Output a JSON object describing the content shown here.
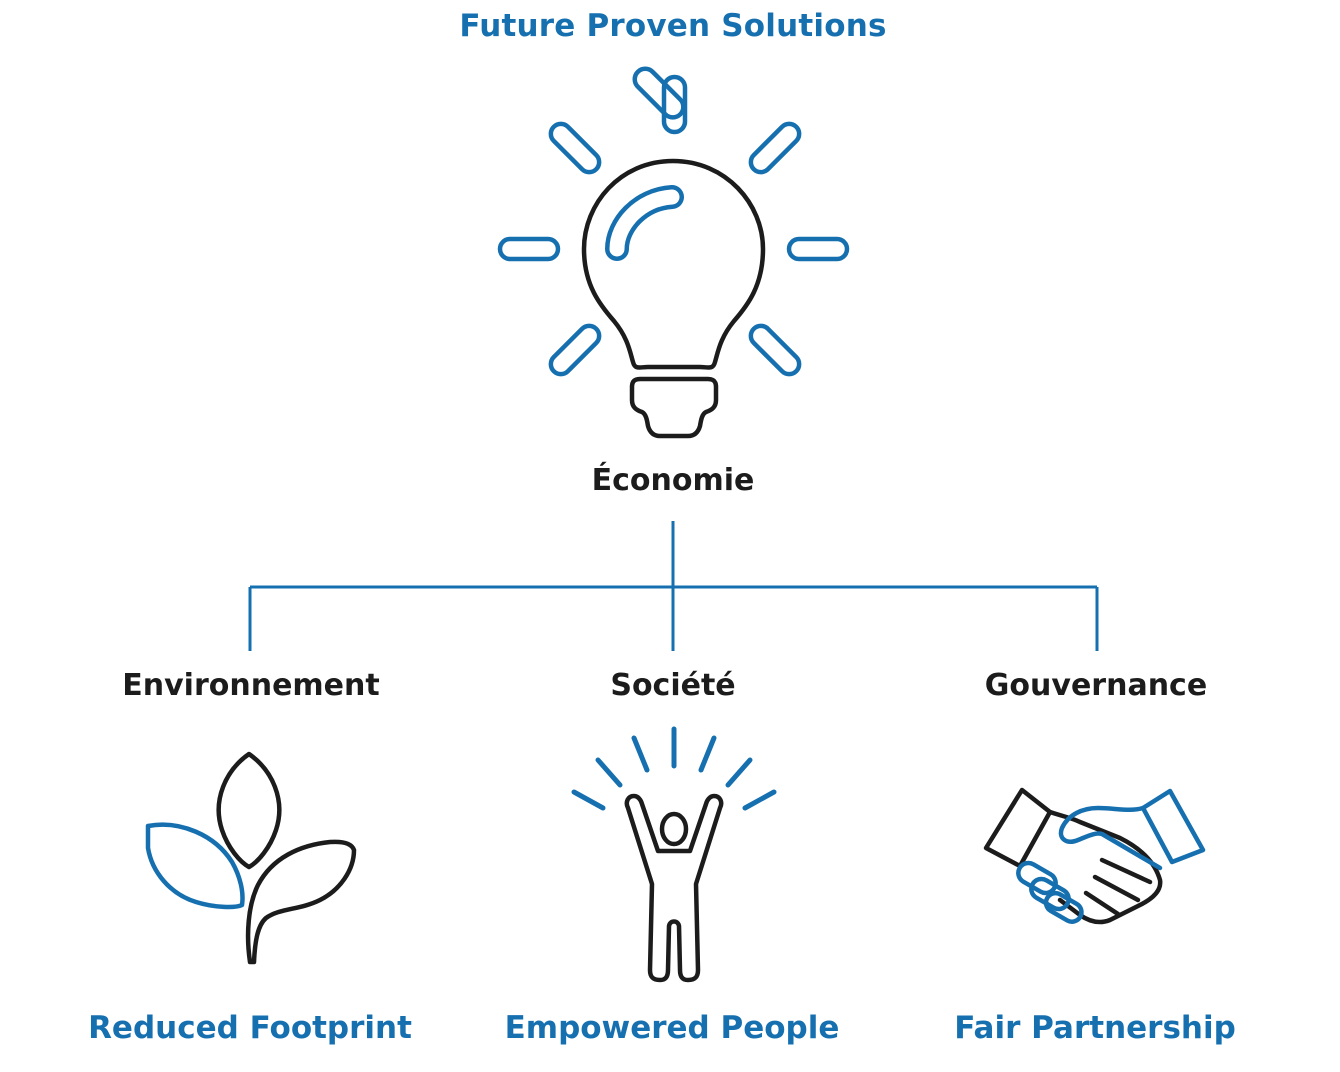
{
  "title": "Future Proven Solutions",
  "root": {
    "label": "Économie",
    "icon": "lightbulb-icon"
  },
  "branches": [
    {
      "label": "Environnement",
      "icon": "plant-leaves-icon",
      "outcome": "Reduced Footprint"
    },
    {
      "label": "Société",
      "icon": "person-cheering-icon",
      "outcome": "Empowered People"
    },
    {
      "label": "Gouvernance",
      "icon": "handshake-icon",
      "outcome": "Fair Partnership"
    }
  ],
  "colors": {
    "accent": "#1670b0",
    "ink": "#1c1c1c",
    "background": "#ffffff"
  }
}
